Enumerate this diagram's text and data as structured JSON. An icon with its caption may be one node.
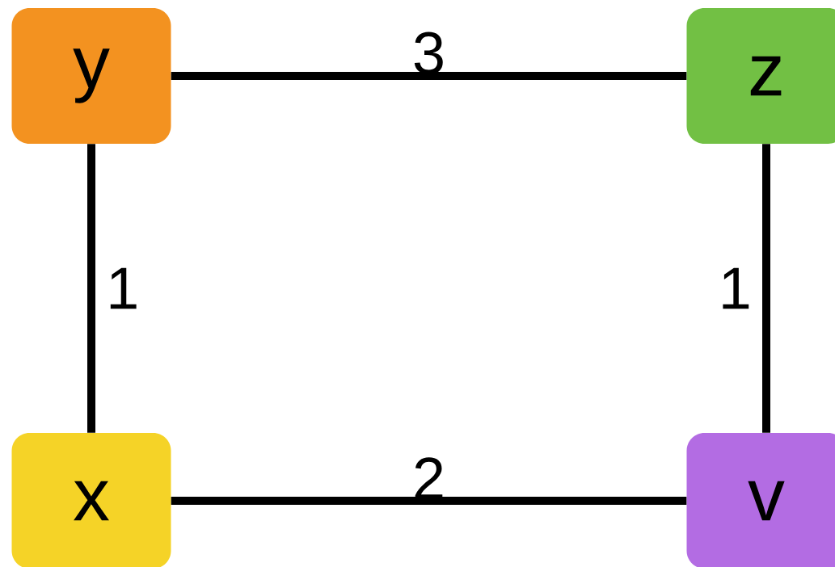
{
  "diagram": {
    "nodes": [
      {
        "text": [
          "y"
        ]
      },
      {
        "text": [
          "z"
        ]
      },
      {
        "text": [
          "x"
        ]
      },
      {
        "text": [
          "v"
        ]
      }
    ],
    "edges": [
      {
        "from": 0,
        "to": 1,
        "arrow": "none",
        "label": "3"
      },
      {
        "from": 0,
        "to": 2,
        "arrow": "none",
        "label": "1"
      },
      {
        "from": 1,
        "to": 3,
        "arrow": "none",
        "label": "1"
      },
      {
        "from": 2,
        "to": 3,
        "arrow": "none",
        "label": "2"
      }
    ]
  }
}
